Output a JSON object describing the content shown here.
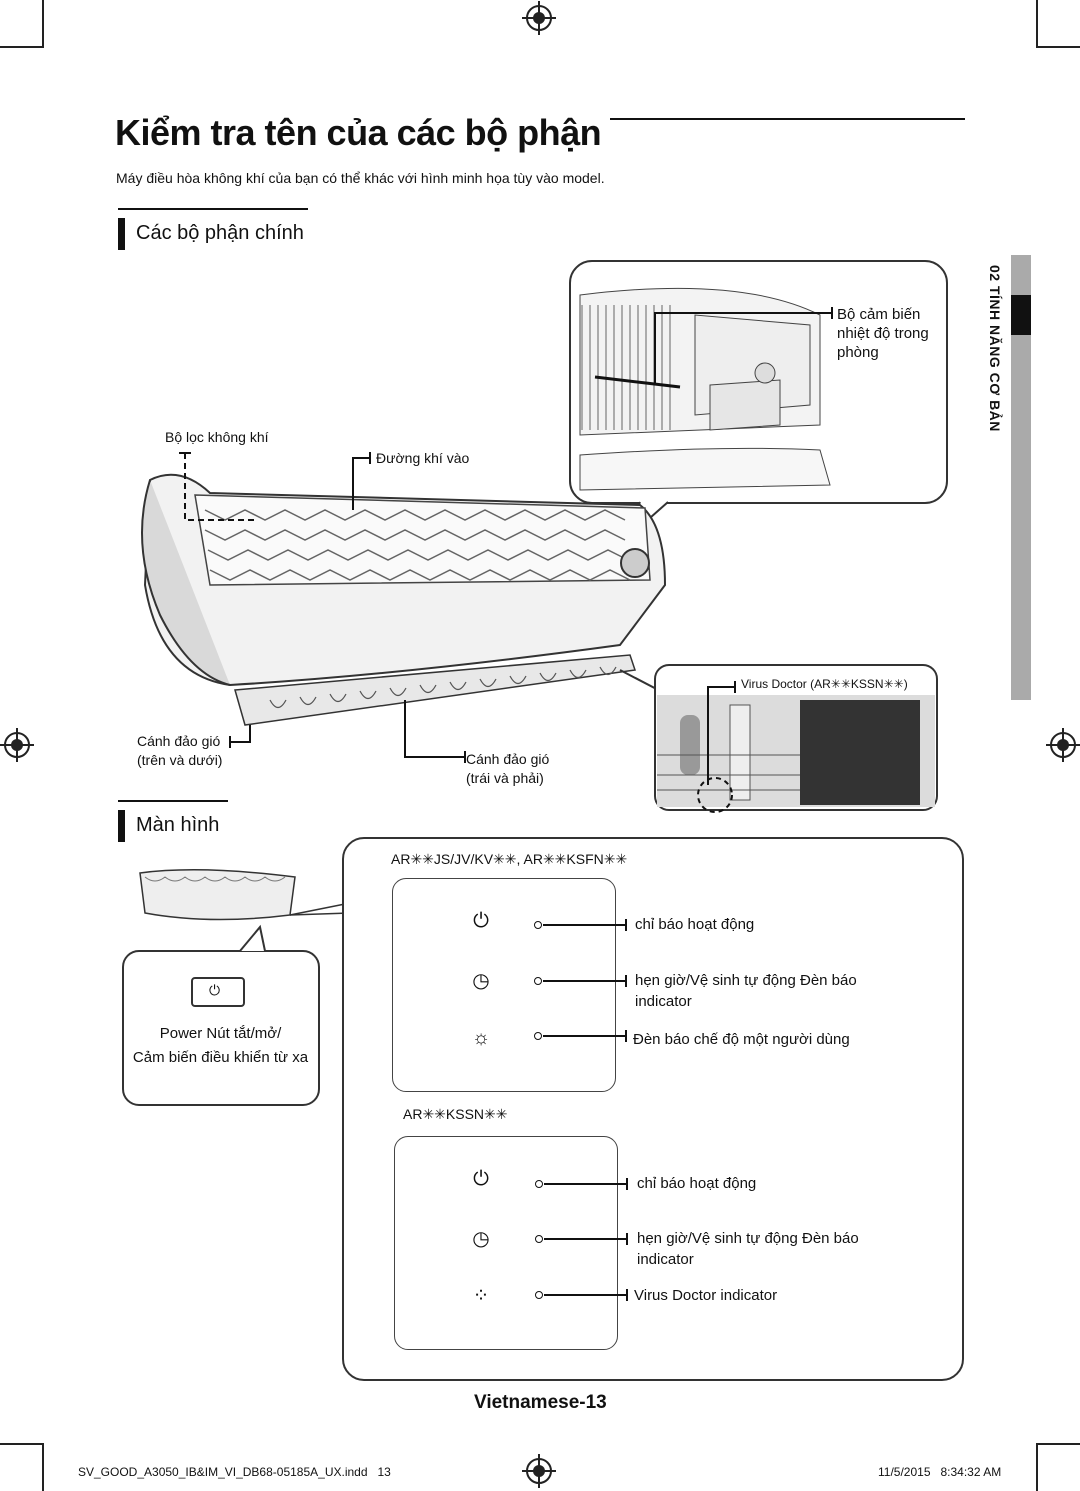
{
  "page": {
    "title": "Kiểm tra tên của các bộ phận",
    "subtitle": "Máy điều hòa không khí của bạn có thể khác với hình minh họa tùy vào model.",
    "section_main": "Các bộ phận chính",
    "section_display": "Màn hình",
    "side_tab": "02 TÍNH NĂNG CƠ BẢN",
    "page_number": "Vietnamese-13"
  },
  "parts": {
    "sensor": "Bộ cảm biến nhiệt độ trong phòng",
    "filter": "Bộ lọc không khí",
    "inlet": "Đường khí vào",
    "virus_doctor": "Virus Doctor (AR✳✳KSSN✳✳)",
    "blade_ud_1": "Cánh đảo gió",
    "blade_ud_2": "(trên và dưới)",
    "blade_lr_1": "Cánh đảo gió",
    "blade_lr_2": "(trái và phải)"
  },
  "remote": {
    "label_1": "Power Nút tắt/mở/",
    "label_2": "Cảm biến điều khiển từ xa"
  },
  "display_a": {
    "model": "AR✳✳JS/JV/KV✳✳, AR✳✳KSFN✳✳",
    "items": [
      "chỉ báo hoạt động",
      "hẹn giờ/Vệ sinh tự động Đèn báo indicator",
      "Đèn báo chế độ một người dùng"
    ]
  },
  "display_b": {
    "model": "AR✳✳KSSN✳✳",
    "items": [
      "chỉ báo hoạt động",
      "hẹn giờ/Vệ sinh tự động Đèn báo indicator",
      "Virus Doctor indicator"
    ]
  },
  "footer": {
    "file": "SV_GOOD_A3050_IB&IM_VI_DB68-05185A_UX.indd   13",
    "date": "11/5/2015   8:34:32 AM"
  },
  "icons": [
    "power-icon",
    "timer-icon",
    "single-user-icon",
    "virus-doctor-icon",
    "registration-mark-icon"
  ]
}
